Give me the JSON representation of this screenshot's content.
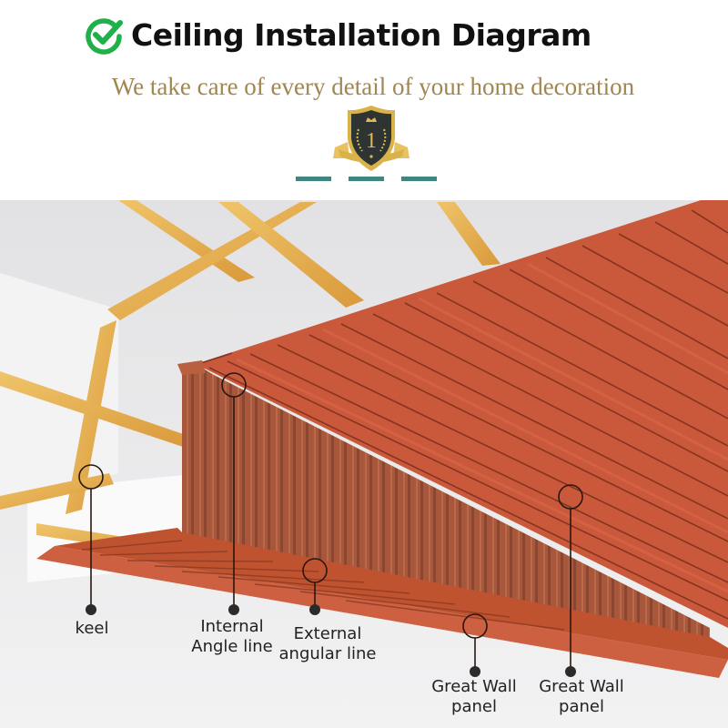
{
  "header": {
    "title": "Ceiling Installation Diagram",
    "title_icon": "check-circle-icon",
    "subtitle": "We take care of every detail of your home decoration",
    "badge": {
      "icon": "shield-rank-icon",
      "rank": "1"
    },
    "divider_dashes": 3
  },
  "colors": {
    "check_green": "#1fb04a",
    "subtitle_gold": "#a08650",
    "badge_gold": "#d9b24a",
    "badge_dark": "#2d3432",
    "dash_teal": "#3f8580",
    "panel_orange": "#c9593a",
    "wall_panel_brown": "#a9573a",
    "keel_wood": "#e2a84a",
    "ceiling_white": "#ececed"
  },
  "callouts": [
    {
      "id": "keel",
      "line1": "keel",
      "line2": ""
    },
    {
      "id": "internal-angle-line",
      "line1": "Internal",
      "line2": "Angle line"
    },
    {
      "id": "external-angular-line",
      "line1": "External",
      "line2": "angular line"
    },
    {
      "id": "great-wall-panel-lower",
      "line1": "Great Wall",
      "line2": "panel"
    },
    {
      "id": "great-wall-panel-upper",
      "line1": "Great Wall",
      "line2": "panel"
    }
  ]
}
